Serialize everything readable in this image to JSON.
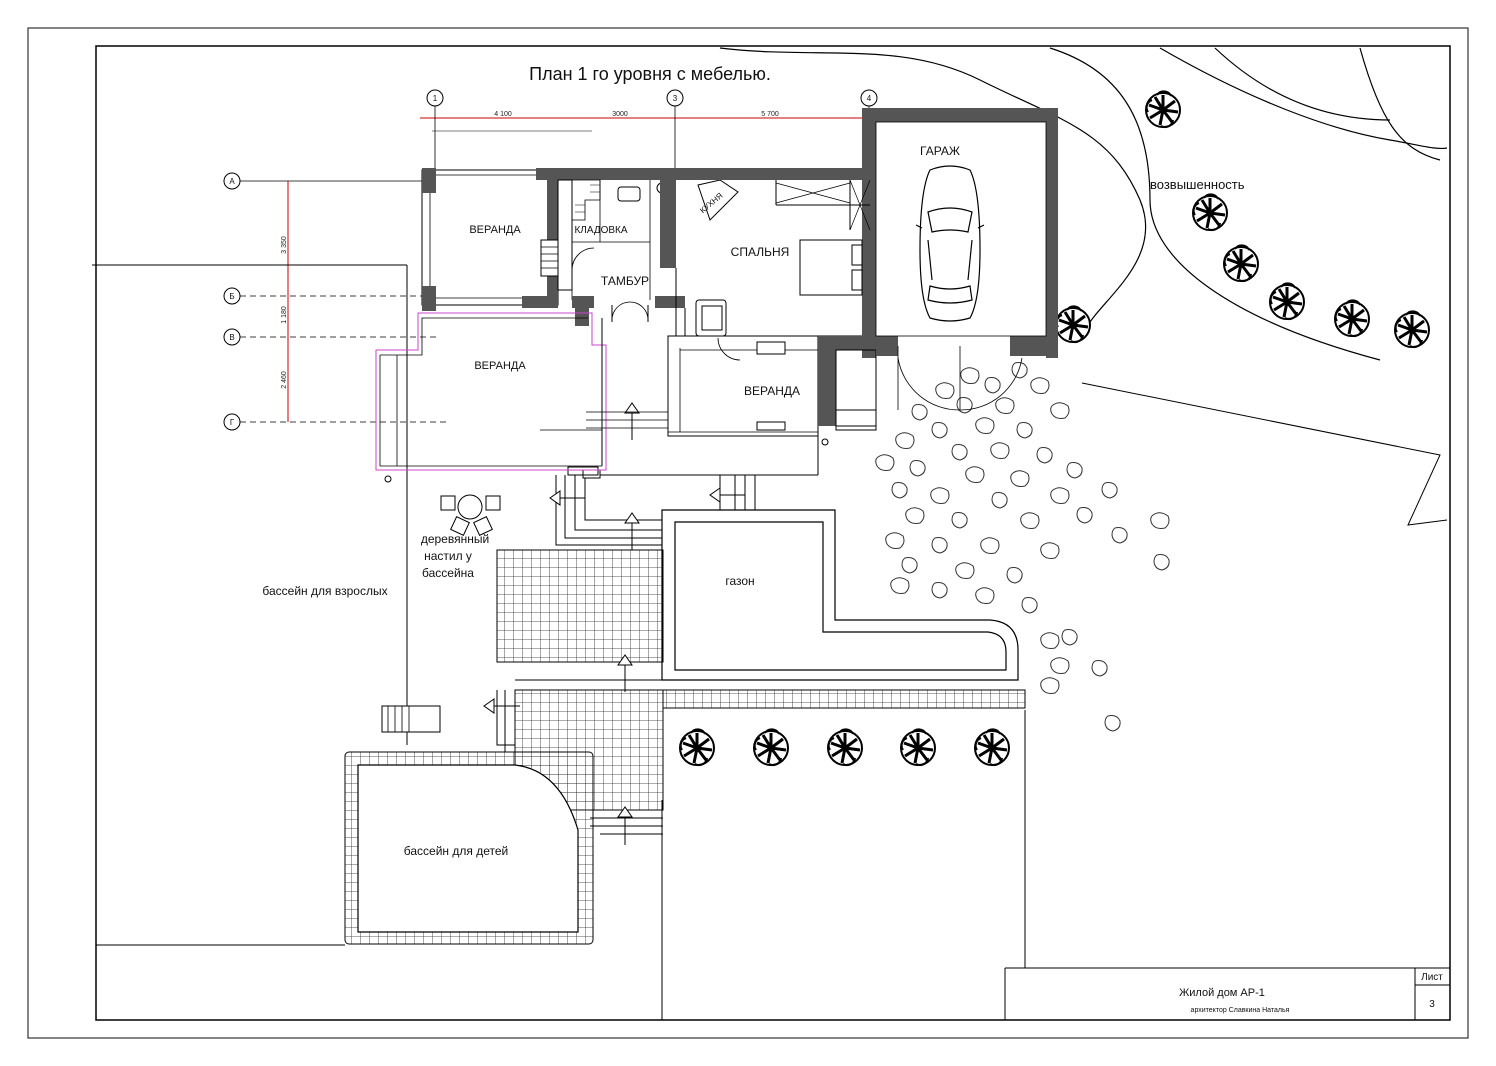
{
  "title": "План 1 го уровня с мебелью.",
  "grid_axes": {
    "columns": [
      "1",
      "3",
      "4"
    ],
    "rows": [
      "А",
      "Б",
      "В",
      "Г"
    ]
  },
  "dimensions": {
    "horizontal": [
      "4 100",
      "3000",
      "5 700"
    ],
    "vertical": [
      "3 350",
      "1 180",
      "2 460"
    ]
  },
  "rooms": {
    "veranda_top": "ВЕРАНДА",
    "pantry": "КЛАДОВКА",
    "kitchen": "КУХНЯ",
    "vestibule": "ТАМБУР",
    "bedroom": "СПАЛЬНЯ",
    "garage": "ГАРАЖ",
    "veranda_main": "ВЕРАНДА",
    "veranda_right": "ВЕРАНДА"
  },
  "site": {
    "hill": "возвышенность",
    "deck_line1": "деревянный",
    "deck_line2": "настил у",
    "deck_line3": "бассейна",
    "adult_pool": "бассейн для взрослых",
    "lawn": "газон",
    "kids_pool": "бассейн для детей"
  },
  "title_block": {
    "project": "Жилой дом АР-1",
    "author": "архитектор Славкина Наталья",
    "sheet_label": "Лист",
    "sheet_number": "3"
  },
  "colors": {
    "wall": "#555555",
    "dimension_line": "#cc0000",
    "veranda_outline": "#cc44cc",
    "line": "#111111"
  },
  "icons": [
    "car-icon",
    "tree-icon",
    "table-chairs-icon",
    "arrow-icon",
    "stair-icon",
    "bed-icon",
    "armchair-icon",
    "toilet-icon"
  ]
}
